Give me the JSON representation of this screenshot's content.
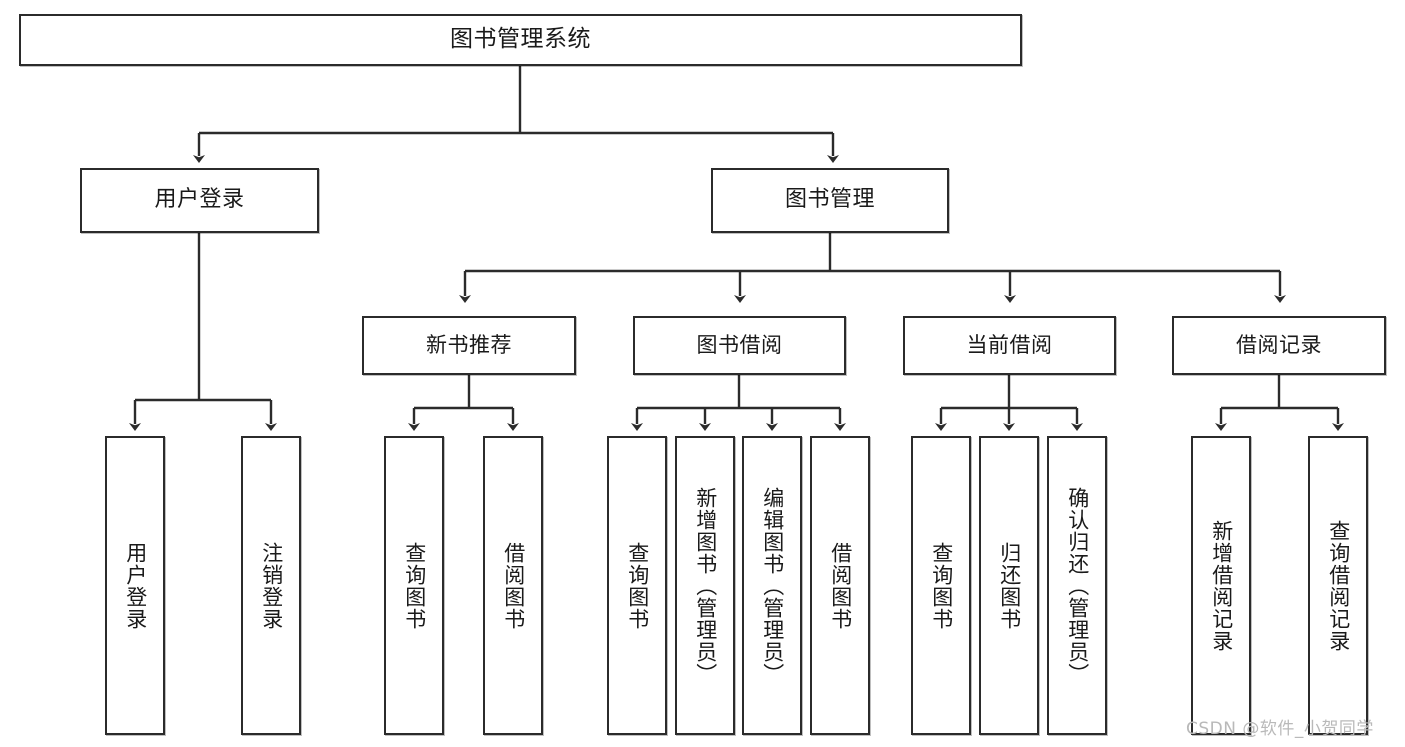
{
  "diagram": {
    "title": "图书管理系统",
    "type": "tree-hierarchy-chart",
    "stroke_color": "#2b2b2b",
    "fill_color": "#ffffff",
    "text_color": "#1a1a1a"
  },
  "nodes": {
    "root": {
      "label": "图书管理系统"
    },
    "level1": [
      {
        "label": "用户登录"
      },
      {
        "label": "图书管理"
      }
    ],
    "level2": [
      {
        "label": "新书推荐"
      },
      {
        "label": "图书借阅"
      },
      {
        "label": "当前借阅"
      },
      {
        "label": "借阅记录"
      }
    ],
    "leaves": [
      {
        "label": "用户登录"
      },
      {
        "label": "注销登录"
      },
      {
        "label": "查询图书"
      },
      {
        "label": "借阅图书"
      },
      {
        "label": "查询图书"
      },
      {
        "label": "新增图书（管理员）"
      },
      {
        "label": "编辑图书（管理员）"
      },
      {
        "label": "借阅图书"
      },
      {
        "label": "查询图书"
      },
      {
        "label": "归还图书"
      },
      {
        "label": "确认归还（管理员）"
      },
      {
        "label": "新增借阅记录"
      },
      {
        "label": "查询借阅记录"
      }
    ]
  },
  "watermark": {
    "text": "CSDN @软件_小贺同学",
    "color": "#b9b9b9"
  }
}
